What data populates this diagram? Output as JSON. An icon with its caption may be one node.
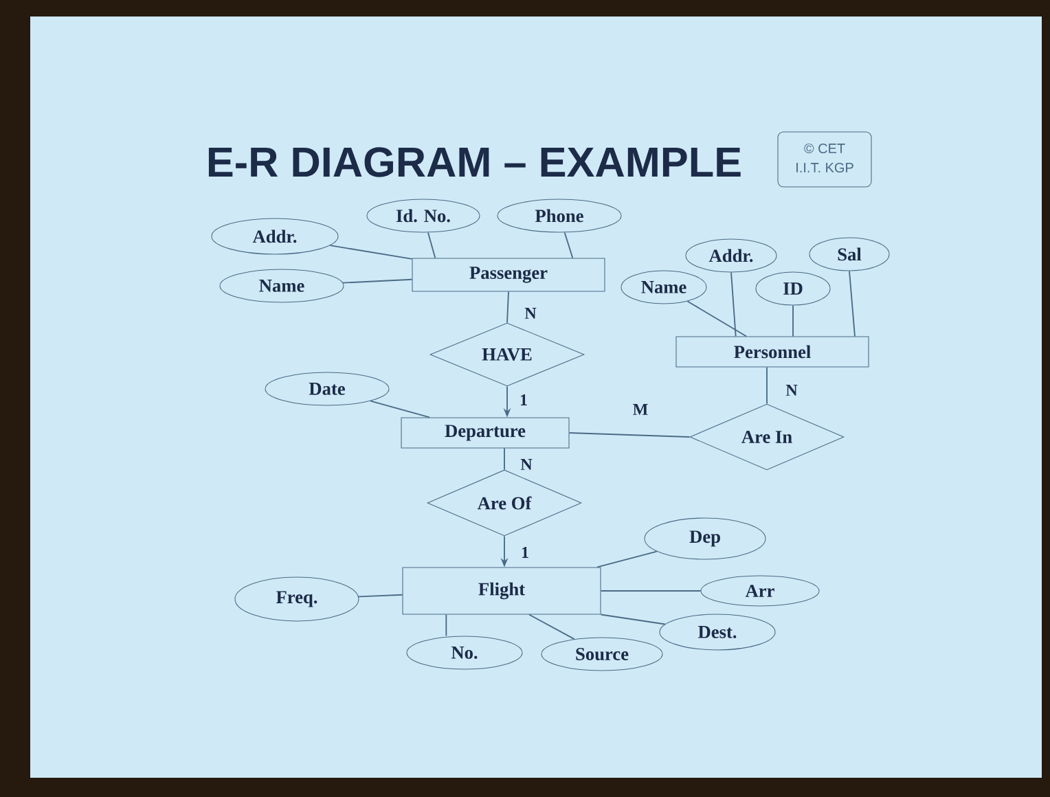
{
  "diagram": {
    "title": "E-R DIAGRAM – EXAMPLE",
    "nodes": [
      {
        "text": [
          "Passenger"
        ]
      },
      {
        "text": [
          "Addr."
        ]
      },
      {
        "text": [
          "Name"
        ]
      },
      {
        "text": [
          "Id. No."
        ]
      },
      {
        "text": [
          "Phone"
        ]
      },
      {
        "text": [
          "Personnel"
        ]
      },
      {
        "text": [
          "Name"
        ]
      },
      {
        "text": [
          "Addr."
        ]
      },
      {
        "text": [
          "ID"
        ]
      },
      {
        "text": [
          "Sal"
        ]
      },
      {
        "text": [
          "HAVE"
        ]
      },
      {
        "text": [
          "Departure"
        ]
      },
      {
        "text": [
          "Date"
        ]
      },
      {
        "text": [
          "Are In"
        ]
      },
      {
        "text": [
          "Are Of"
        ]
      },
      {
        "text": [
          "Flight"
        ]
      },
      {
        "text": [
          "Freq."
        ]
      },
      {
        "text": [
          "Dep"
        ]
      },
      {
        "text": [
          "Arr"
        ]
      },
      {
        "text": [
          "Dest."
        ]
      },
      {
        "text": [
          "No."
        ]
      },
      {
        "text": [
          "Source"
        ]
      }
    ],
    "edges": [
      {
        "from": 0,
        "to": 1,
        "arrow": "none"
      },
      {
        "from": 0,
        "to": 2,
        "arrow": "none"
      },
      {
        "from": 0,
        "to": 3,
        "arrow": "none"
      },
      {
        "from": 0,
        "to": 4,
        "arrow": "none"
      },
      {
        "from": 5,
        "to": 6,
        "arrow": "none"
      },
      {
        "from": 5,
        "to": 7,
        "arrow": "none"
      },
      {
        "from": 5,
        "to": 8,
        "arrow": "none"
      },
      {
        "from": 5,
        "to": 9,
        "arrow": "none"
      },
      {
        "from": 0,
        "to": 10,
        "arrow": "none",
        "label": "N"
      },
      {
        "from": 10,
        "to": 11,
        "arrow": "to",
        "label": "1"
      },
      {
        "from": 11,
        "to": 12,
        "arrow": "none"
      },
      {
        "from": 11,
        "to": 13,
        "arrow": "none",
        "label": "M"
      },
      {
        "from": 5,
        "to": 13,
        "arrow": "none",
        "label": "N"
      },
      {
        "from": 11,
        "to": 14,
        "arrow": "none",
        "label": "N"
      },
      {
        "from": 14,
        "to": 15,
        "arrow": "to",
        "label": "1"
      },
      {
        "from": 15,
        "to": 16,
        "arrow": "none"
      },
      {
        "from": 15,
        "to": 17,
        "arrow": "none"
      },
      {
        "from": 15,
        "to": 18,
        "arrow": "none"
      },
      {
        "from": 15,
        "to": 19,
        "arrow": "none"
      },
      {
        "from": 15,
        "to": 20,
        "arrow": "none"
      },
      {
        "from": 15,
        "to": 21,
        "arrow": "none"
      }
    ],
    "labels": [
      "© CET",
      "I.I.T. KGP"
    ]
  }
}
